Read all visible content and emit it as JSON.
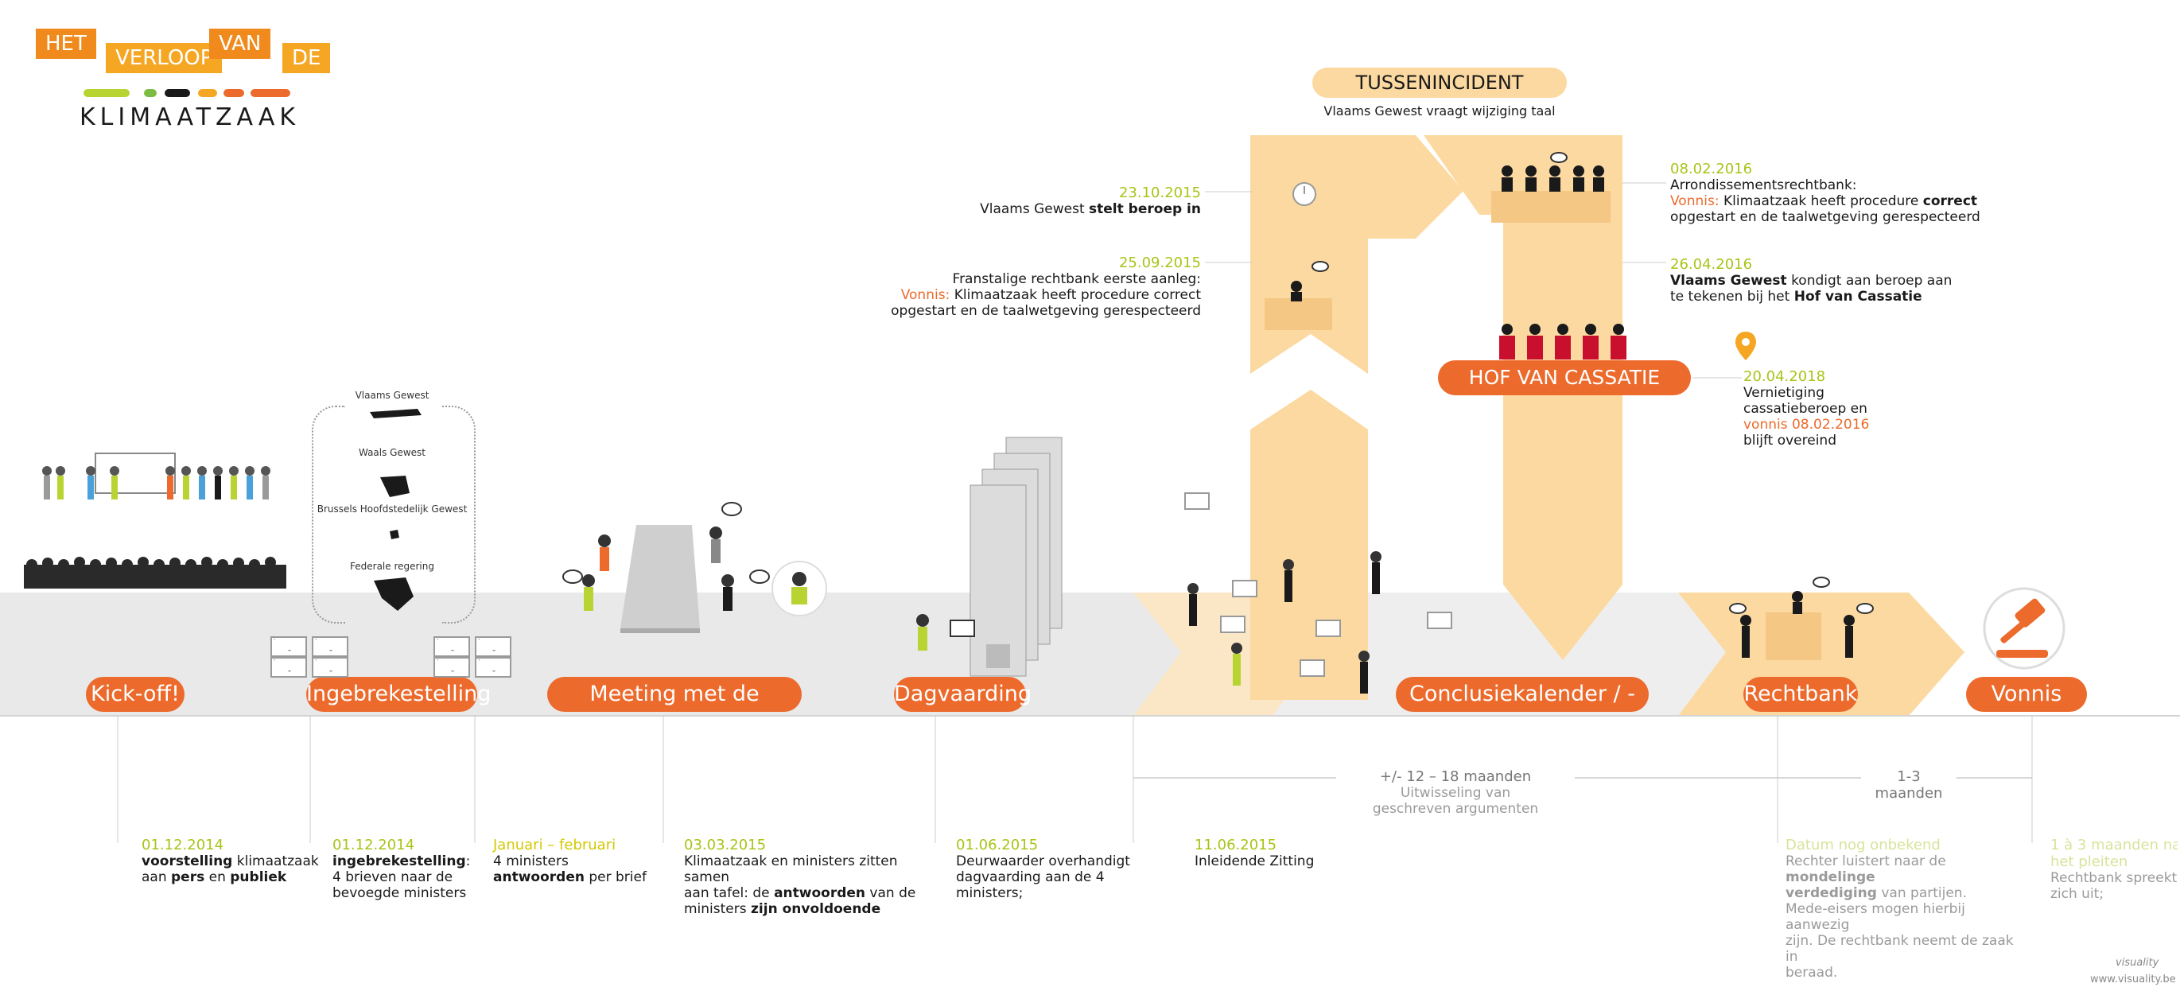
{
  "logo": {
    "words": [
      "HET",
      "VERLOOP",
      "VAN",
      "DE"
    ],
    "subtitle": "KLIMAATZAAK"
  },
  "tussenincident": {
    "title": "TUSSENINCIDENT",
    "subtitle": "Vlaams Gewest vraagt wijziging taal"
  },
  "stages": [
    {
      "label": "Kick-off!"
    },
    {
      "label": "Ingebrekestelling"
    },
    {
      "label": "Meeting met de tegenpartij"
    },
    {
      "label": "Dagvaarding"
    },
    {
      "label": "Conclusiekalender / -rondes"
    },
    {
      "label": "Rechtbank"
    },
    {
      "label": "Vonnis"
    }
  ],
  "governments": [
    "Vlaams Gewest",
    "Waals Gewest",
    "Brussels Hoofdstedelijk Gewest",
    "Federale regering"
  ],
  "hof": {
    "label": "HOF VAN CASSATIE"
  },
  "upper_events": {
    "e1": {
      "date": "23.10.2015",
      "pre": "Vlaams Gewest",
      "bold": "stelt beroep in"
    },
    "e2": {
      "date": "25.09.2015",
      "line1": "Franstalige rechtbank eerste aanleg:",
      "vonnis": "Vonnis:",
      "line2": "Klimaatzaak heeft procedure correct",
      "line3": "opgestart en de taalwetgeving gerespecteerd"
    },
    "e3": {
      "date": "08.02.2016",
      "line1": "Arrondissementsrechtbank:",
      "vonnis": "Vonnis:",
      "line2a": "Klimaatzaak heeft procedure",
      "line2b": "correct",
      "line3": "opgestart en de taalwetgeving gerespecteerd"
    },
    "e4": {
      "date": "26.04.2016",
      "line1a": "Vlaams Gewest",
      "line1b": "kondigt aan beroep aan",
      "line2a": "te tekenen bij het",
      "line2b": "Hof van Cassatie"
    },
    "e5": {
      "date": "20.04.2018",
      "line1": "Vernietiging",
      "line2": "cassatieberoep en",
      "line3": "vonnis 08.02.2016",
      "line4": "blijft overeind"
    }
  },
  "durations": {
    "d1": {
      "range": "+/- 12 – 18 maanden",
      "line1": "Uitwisseling van",
      "line2": "geschreven argumenten"
    },
    "d2": {
      "range": "1-3 maanden"
    }
  },
  "bottom_events": [
    {
      "date": "01.12.2014",
      "l1a": "voorstelling",
      "l1b": "klimaatzaak",
      "l2a": "aan",
      "l2b": "pers",
      "l2c": "en",
      "l2d": "publiek"
    },
    {
      "date": "01.12.2014",
      "l1a": "ingebrekestelling",
      "l1b": ":",
      "l2": "4 brieven naar de",
      "l3": "bevoegde ministers"
    },
    {
      "date": "Januari – februari",
      "l1": "4 ministers",
      "l2a": "antwoorden",
      "l2b": "per brief"
    },
    {
      "date": "03.03.2015",
      "l1": "Klimaatzaak en ministers zitten samen",
      "l2a": "aan tafel: de",
      "l2b": "antwoorden",
      "l2c": "van de",
      "l3a": "ministers",
      "l3b": "zijn onvoldoende"
    },
    {
      "date": "01.06.2015",
      "l1": "Deurwaarder overhandigt",
      "l2": "dagvaarding aan de 4",
      "l3": "ministers;"
    },
    {
      "date": "11.06.2015",
      "l1": "Inleidende Zitting"
    },
    {
      "date": "Datum nog onbekend",
      "l1a": "Rechter luistert naar de",
      "l1b": "mondelinge",
      "l2a": "verdediging",
      "l2b": "van partijen.",
      "l3": "Mede-eisers mogen hierbij aanwezig",
      "l4": "zijn. De rechtbank neemt de zaak in",
      "l5": "beraad."
    },
    {
      "date": "1 à 3 maanden na",
      "date2": "het pleiten",
      "l1": "Rechtbank spreekt",
      "l2": "zich uit;"
    }
  ],
  "credit": {
    "sig": "visuality",
    "url": "www.visuality.be"
  },
  "colors": {
    "orange": "#ec6a2c",
    "green": "#a8c418",
    "peach": "#fbd9a0",
    "grey": "#e8e8e8",
    "red": "#c8102e"
  }
}
